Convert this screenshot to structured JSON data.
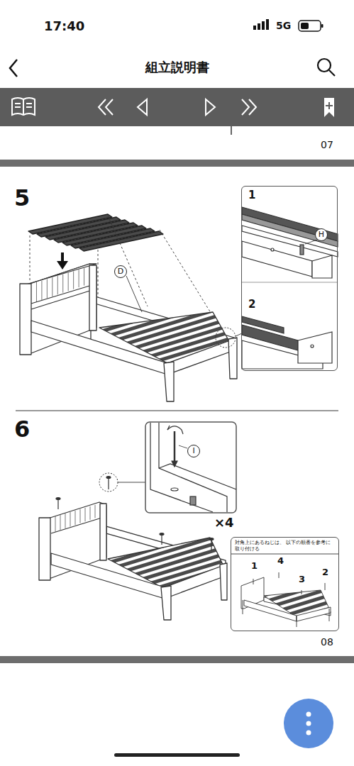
{
  "diagram": {
    "nodes": [
      {
        "text": [
          "1",
          "2"
        ]
      },
      {
        "text": [
          "H"
        ],
        "in": 0
      },
      {
        "text": [
          "D"
        ]
      },
      {
        "text": [
          "I"
        ]
      },
      {
        "text": [
          "対角上にあるねじは、 以下の順番を参考に取り付ける",
          "1",
          "4",
          "3",
          "2"
        ]
      }
    ],
    "labels": [
      "17:40",
      "5G",
      "組立説明書",
      "07",
      "5",
      "6",
      "×4",
      "08"
    ]
  }
}
